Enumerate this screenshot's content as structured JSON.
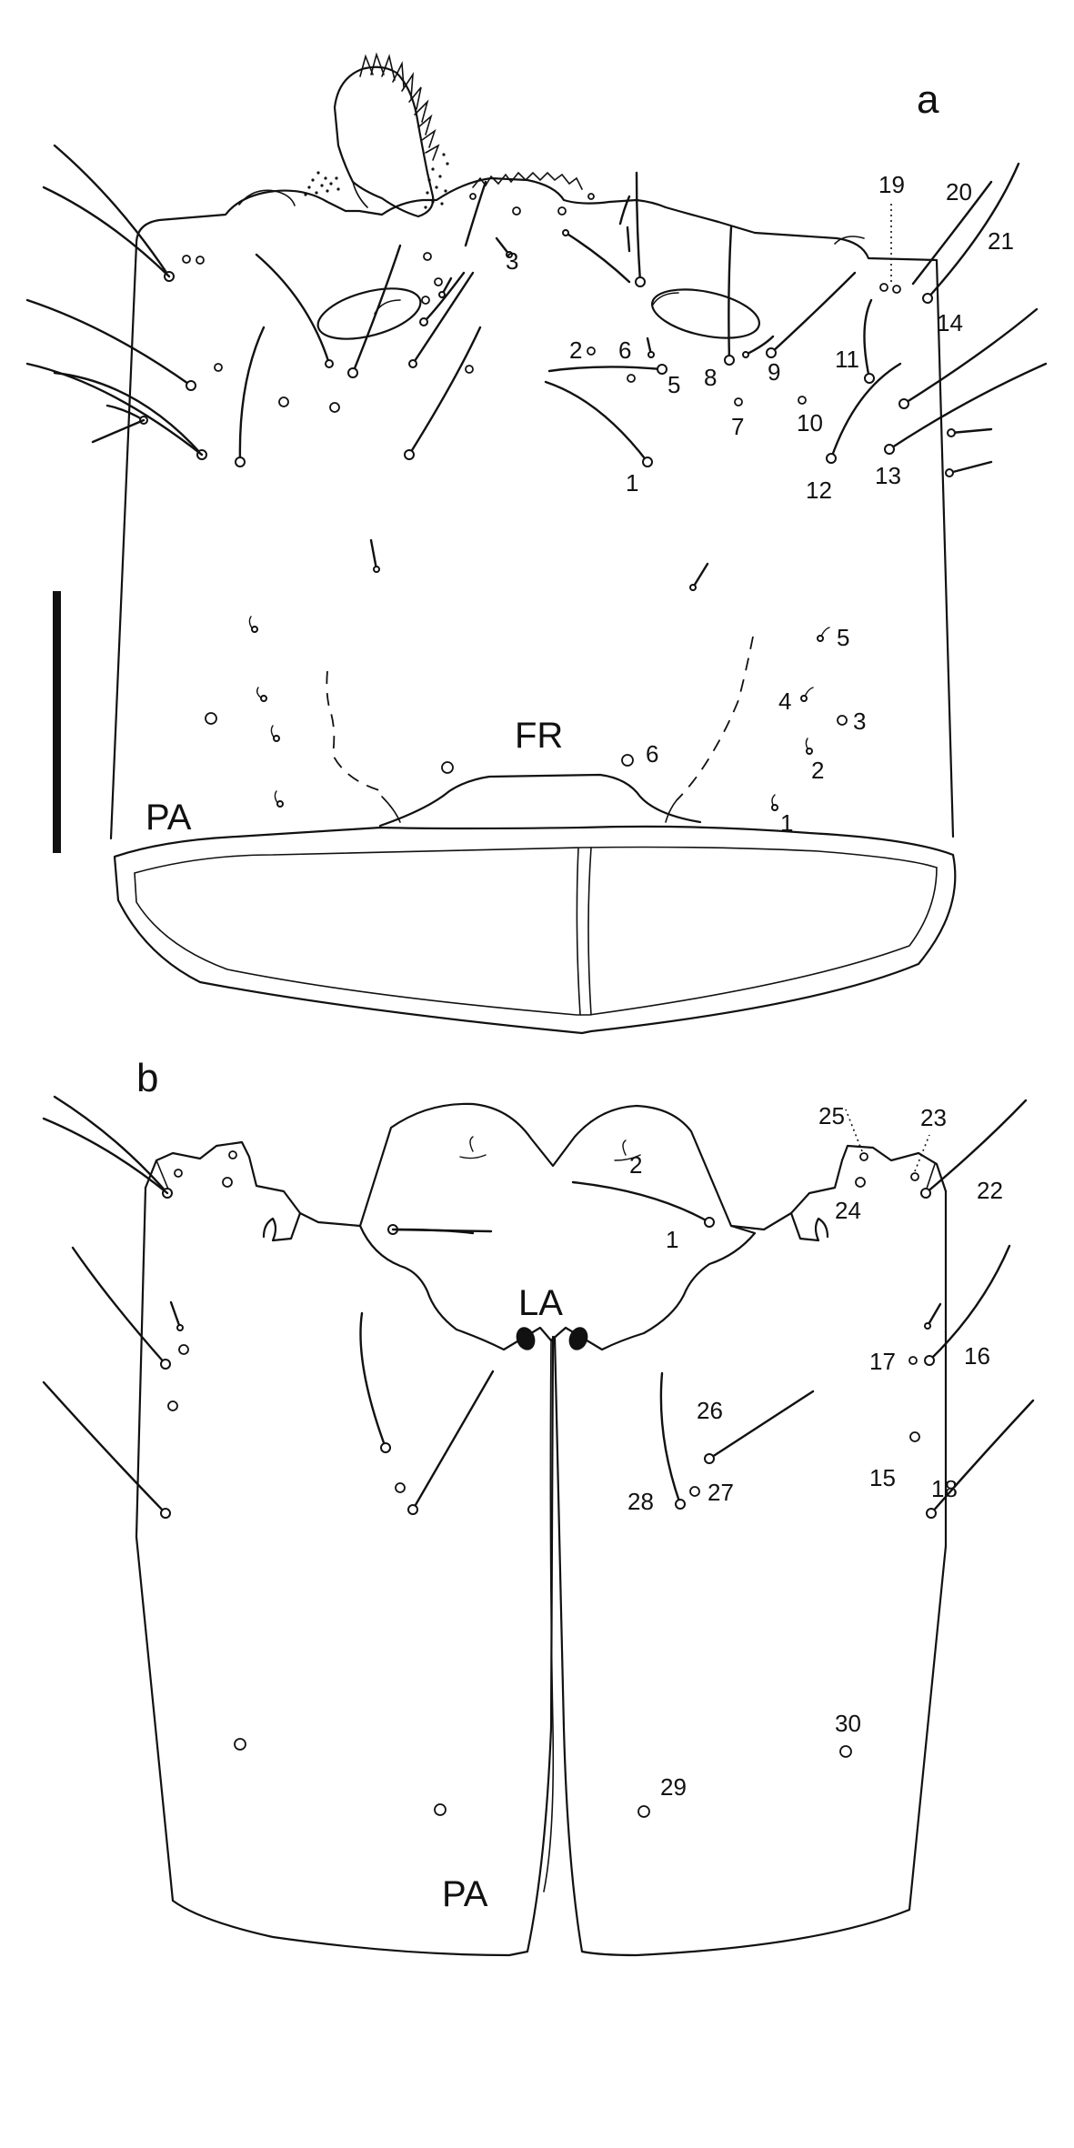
{
  "panels": {
    "a": {
      "letter": "a",
      "region_labels": {
        "FR": "FR",
        "PA": "PA"
      }
    },
    "b": {
      "letter": "b",
      "region_labels": {
        "LA": "LA",
        "PA": "PA"
      }
    }
  },
  "panel_a_numbers": {
    "n1": "1",
    "n2": "2",
    "n3": "3",
    "n5": "5",
    "n6": "6",
    "n7": "7",
    "n8": "8",
    "n9": "9",
    "n10": "10",
    "n11": "11",
    "n12": "12",
    "n13": "13",
    "n14": "14",
    "n19": "19",
    "n20": "20",
    "n21": "21",
    "f1": "1",
    "f2": "2",
    "f3": "3",
    "f4": "4",
    "f5": "5",
    "f6": "6"
  },
  "panel_b_numbers": {
    "n1": "1",
    "n2": "2",
    "n15": "15",
    "n16": "16",
    "n17": "17",
    "n18": "18",
    "n22": "22",
    "n23": "23",
    "n24": "24",
    "n25": "25",
    "n26": "26",
    "n27": "27",
    "n28": "28",
    "n29": "29",
    "n30": "30"
  }
}
